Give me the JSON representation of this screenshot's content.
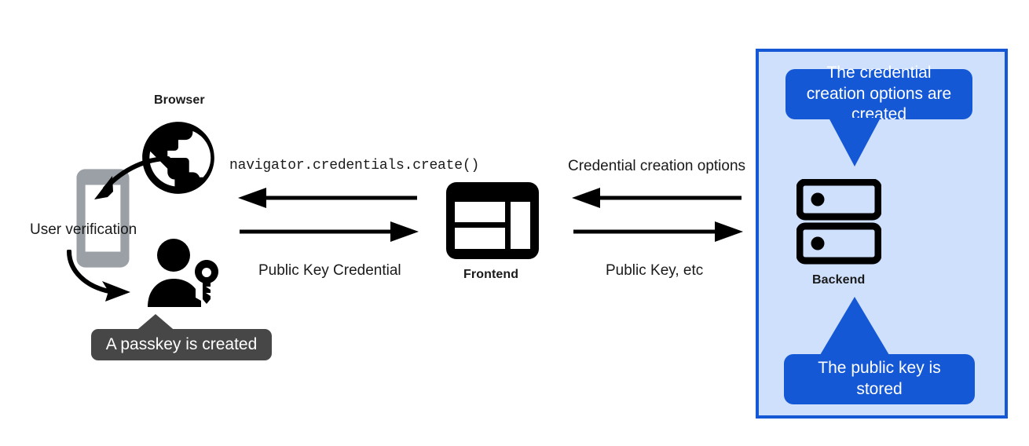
{
  "diagram": {
    "title_hidden": "",
    "nodes": {
      "browser": {
        "label": "Browser",
        "icon": "globe-icon"
      },
      "frontend": {
        "label": "Frontend",
        "icon": "browser-window-icon"
      },
      "backend": {
        "label": "Backend",
        "icon": "server-rack-icon"
      },
      "phone": {
        "icon": "smartphone-icon"
      },
      "user_key": {
        "icon": "user-with-key-icon"
      }
    },
    "annotations": {
      "user_verification": "User verification"
    },
    "arrows": {
      "browser_frontend": {
        "top_label": "navigator.credentials.create()",
        "bottom_label": "Public Key Credential",
        "top_direction": "left",
        "bottom_direction": "right"
      },
      "frontend_backend": {
        "top_label": "Credential creation options",
        "bottom_label": "Public Key, etc",
        "top_direction": "left",
        "bottom_direction": "right"
      }
    },
    "callouts": {
      "passkey_created": "A passkey is created",
      "credential_options": "The credential creation options are created",
      "public_key_stored": "The public key is stored"
    },
    "colors": {
      "panel_fill": "#cfe0fd",
      "panel_border": "#1558d6",
      "callout_blue": "#1558d6",
      "callout_dark": "#474747",
      "icon_black": "#000000",
      "phone_gray": "#9aa0a6",
      "background": "#ffffff"
    }
  }
}
